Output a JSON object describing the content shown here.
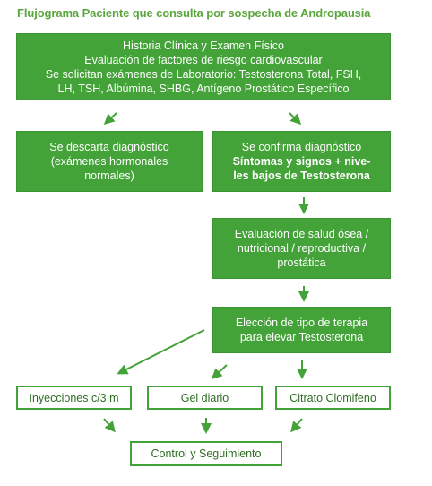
{
  "title": "Flujograma Paciente que consulta por sospecha de Andropausia",
  "nodes": {
    "historia": {
      "lines": [
        "Historia Clínica y Examen Físico",
        "Evaluación de factores de riesgo cardiovascular",
        "Se solicitan exámenes de Laboratorio: Testosterona Total, FSH,",
        "LH, TSH, Albúmina, SHBG, Antígeno Prostático Específico"
      ]
    },
    "descarta": {
      "lines": [
        "Se descarta diagnóstico",
        "(exámenes hormonales",
        "normales)"
      ]
    },
    "confirma": {
      "line1": "Se confirma diagnóstico",
      "bold_line1": "Síntomas y signos + nive-",
      "bold_line2": "les bajos de Testosterona"
    },
    "evaluacion": {
      "lines": [
        "Evaluación de salud ósea /",
        "nutricional / reproductiva /",
        "prostática"
      ]
    },
    "eleccion": {
      "lines": [
        "Elección de tipo de terapia",
        "para elevar Testosterona"
      ]
    },
    "inyecciones": {
      "label": "Inyecciones c/3 m"
    },
    "gel": {
      "label": "Gel diario"
    },
    "citrato": {
      "label": "Citrato Clomifeno"
    },
    "control": {
      "label": "Control y Seguimiento"
    }
  },
  "colors": {
    "green": "#43a238",
    "title_green": "#5aa63c",
    "outline_text": "#2f6d25"
  }
}
